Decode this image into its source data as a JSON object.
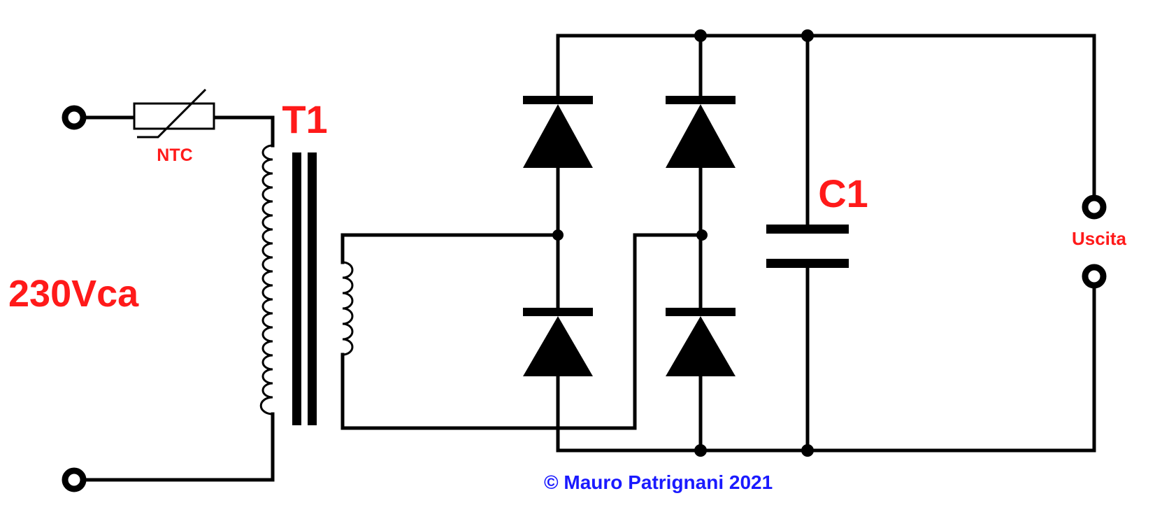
{
  "labels": {
    "input_voltage": "230Vca",
    "ntc": "NTC",
    "transformer": "T1",
    "capacitor": "C1",
    "output": "Uscita",
    "copyright": "© Mauro Patrignani 2021"
  },
  "colors": {
    "component_label": "#ff1a1a",
    "copyright": "#1a1aff",
    "wire": "#000000",
    "background": "#ffffff"
  }
}
